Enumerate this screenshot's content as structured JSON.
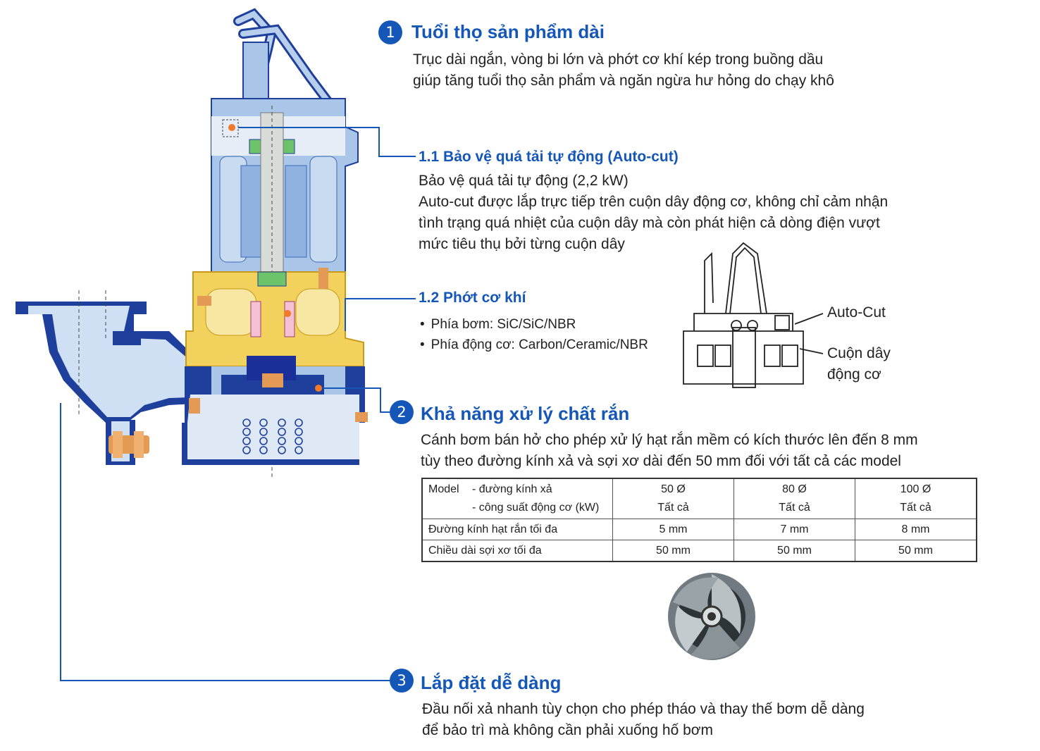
{
  "colors": {
    "accent": "#1457b8",
    "pump_blue": "#a9c6e8",
    "pump_dark": "#1e3f9c",
    "seal_yellow": "#f2d25c",
    "motor_light": "#c9dbf1"
  },
  "feature1": {
    "number": "1",
    "title": "Tuổi thọ sản phẩm dài",
    "lines": [
      "Trục dài ngắn, vòng bi lớn và phớt cơ khí kép trong buồng dầu",
      "giúp tăng tuổi thọ sản phẩm và ngăn ngừa hư hỏng do chạy khô"
    ]
  },
  "feature1_1": {
    "title": "1.1 Bảo vệ quá tải tự động (Auto-cut)",
    "lines": [
      "Bảo vệ quá tải tự động (2,2 kW)",
      "Auto-cut được lắp trực tiếp trên cuộn dây động cơ, không chỉ cảm nhận",
      "tình trạng quá nhiệt của cuộn dây mà còn phát hiện cả dòng điện vượt",
      "mức tiêu thụ bởi từng cuộn dây"
    ]
  },
  "feature1_2": {
    "title": "1.2 Phớt cơ khí",
    "bullets": [
      "Phía bơm: SiC/SiC/NBR",
      "Phía động cơ: Carbon/Ceramic/NBR"
    ]
  },
  "inset": {
    "label_autocut": "Auto-Cut",
    "label_coil_1": "Cuộn dây",
    "label_coil_2": "động cơ"
  },
  "feature2": {
    "number": "2",
    "title": "Khả năng xử lý chất rắn",
    "lines": [
      "Cánh bơm bán hở cho phép xử lý hạt rắn mềm có kích thước lên đến 8 mm",
      "tùy theo đường kính xả và sợi xơ dài đến 50 mm đối với tất cả các model"
    ]
  },
  "table": {
    "header_label": "Model",
    "header_sub1": "- đường kính xả",
    "header_sub2": "- công suất động cơ (kW)",
    "columns": [
      {
        "diameter": "50 Ø",
        "power": "Tất cả"
      },
      {
        "diameter": "80 Ø",
        "power": "Tất cả"
      },
      {
        "diameter": "100 Ø",
        "power": "Tất cả"
      }
    ],
    "rows": [
      {
        "label": "Đường kính hạt rắn tối đa",
        "values": [
          "5 mm",
          "7 mm",
          "8 mm"
        ]
      },
      {
        "label": "Chiều dài sợi xơ tối đa",
        "values": [
          "50 mm",
          "50 mm",
          "50 mm"
        ]
      }
    ]
  },
  "feature3": {
    "number": "3",
    "title": "Lắp đặt dễ dàng",
    "lines": [
      "Đầu nối xả nhanh tùy chọn cho phép tháo và thay thế bơm dễ dàng",
      "để bảo trì mà không cần phải xuống hố bơm"
    ]
  }
}
